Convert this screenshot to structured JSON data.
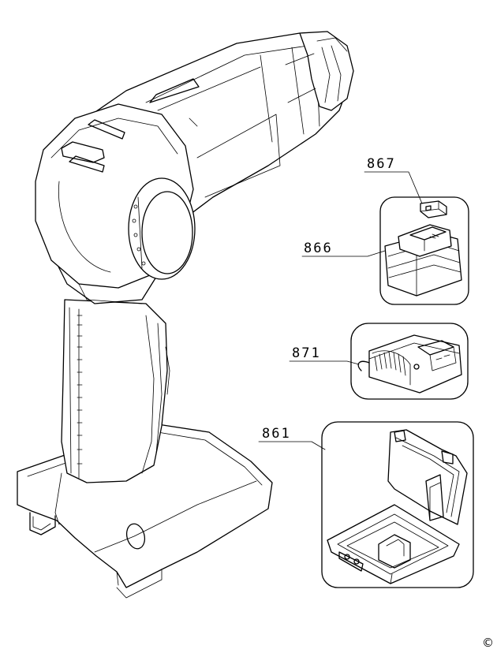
{
  "parts": [
    {
      "id": "867",
      "label": "867",
      "icon": "battery-clip-icon"
    },
    {
      "id": "866",
      "label": "866",
      "icon": "battery-pack-icon"
    },
    {
      "id": "871",
      "label": "871",
      "icon": "charger-icon"
    },
    {
      "id": "861",
      "label": "861",
      "icon": "carry-case-icon"
    }
  ],
  "copyright": "©",
  "colors": {
    "line": "#000000",
    "background": "#ffffff"
  }
}
